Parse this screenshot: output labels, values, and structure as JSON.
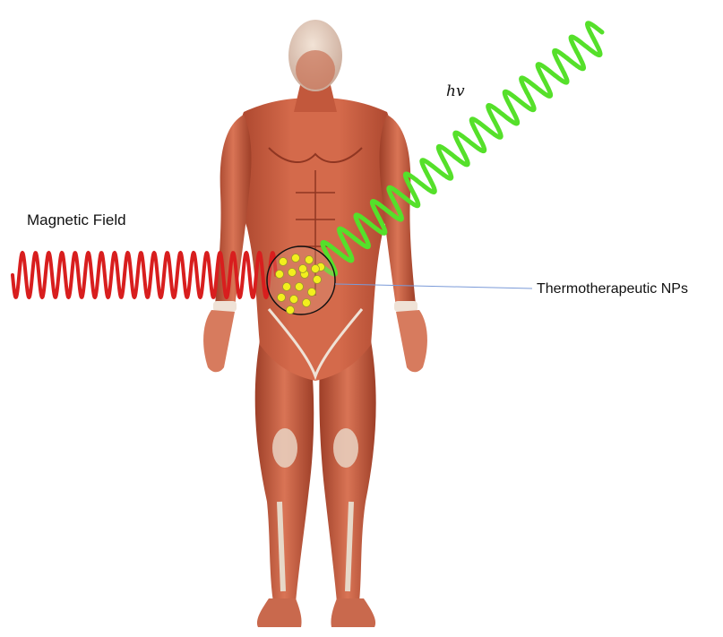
{
  "labels": {
    "magnetic_field": "Magnetic Field",
    "light_symbol": "hv",
    "nanoparticles": "Thermotherapeutic NPs"
  },
  "colors": {
    "magnetic_wave": "#d81e1e",
    "light_wave": "#55e02a",
    "nanoparticle_fill": "#f3ef1d",
    "nanoparticle_stroke": "#9a9a2a",
    "pointer_line": "#7a9ad8",
    "muscle": "#c85a3d",
    "tendon": "#efe2d6"
  },
  "icons": {
    "figure": "human-muscle-anatomy-figure",
    "particles": "nanoparticle-cluster"
  }
}
